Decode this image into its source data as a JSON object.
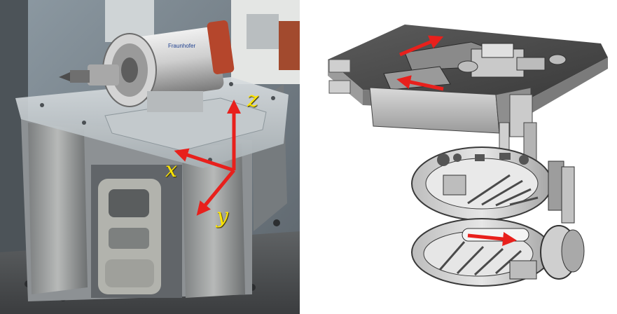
{
  "photo": {
    "axes": {
      "x_label": "x",
      "y_label": "y",
      "z_label": "z",
      "arrow_color": "#e8201c",
      "label_color": "#ffe600"
    },
    "spindle_brand": "Fraunhofer"
  },
  "render": {
    "arrow_color": "#e8201c",
    "arrow_count": 3
  }
}
